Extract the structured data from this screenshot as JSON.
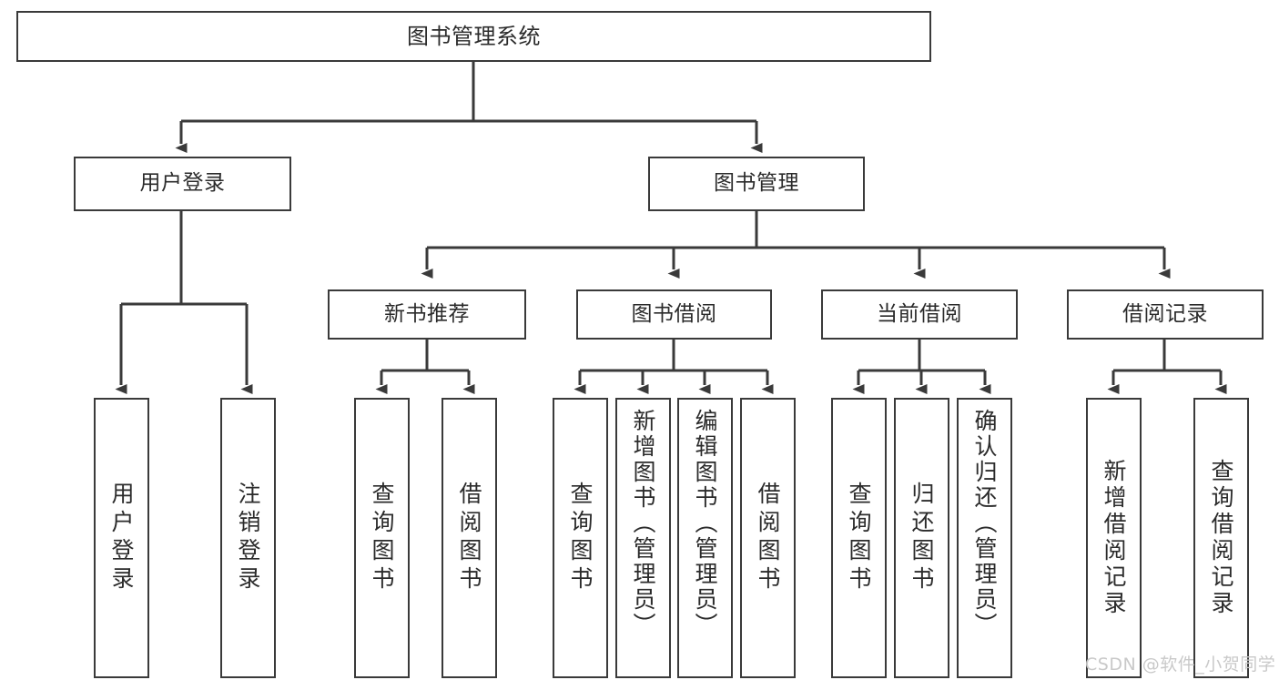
{
  "diagram": {
    "type": "tree",
    "title": "图书管理系统",
    "orientation": "top-down",
    "colors": {
      "background": "#ffffff",
      "box_border": "#3a3a3a",
      "box_fill": "#ffffff",
      "text": "#2b2b2b",
      "connector": "#3a3a3a",
      "watermark": "#c9c9c9"
    }
  },
  "root": {
    "label": "图书管理系统"
  },
  "level2": [
    {
      "label": "用户登录"
    },
    {
      "label": "图书管理"
    }
  ],
  "level3": [
    {
      "label": "新书推荐"
    },
    {
      "label": "图书借阅"
    },
    {
      "label": "当前借阅"
    },
    {
      "label": "借阅记录"
    }
  ],
  "leaves": {
    "user_login": [
      {
        "label": "用户登录"
      },
      {
        "label": "注销登录"
      }
    ],
    "new_book": [
      {
        "label": "查询图书"
      },
      {
        "label": "借阅图书"
      }
    ],
    "book_borrow": [
      {
        "label": "查询图书"
      },
      {
        "label": "新增图书（管理员）"
      },
      {
        "label": "编辑图书（管理员）"
      },
      {
        "label": "借阅图书"
      }
    ],
    "current_borrow": [
      {
        "label": "查询图书"
      },
      {
        "label": "归还图书"
      },
      {
        "label": "确认归还（管理员）"
      }
    ],
    "borrow_record": [
      {
        "label": "新增借阅记录"
      },
      {
        "label": "查询借阅记录"
      }
    ]
  },
  "watermark": {
    "text": "CSDN @软件_小贺同学"
  }
}
